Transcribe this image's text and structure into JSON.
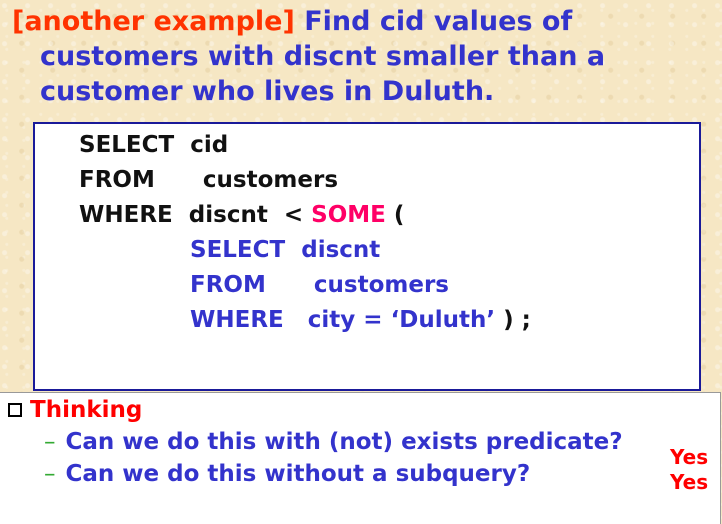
{
  "title": {
    "tag": "[another example]",
    "line1": " Find cid values of",
    "line2": "customers with discnt smaller than a",
    "line3": "customer who lives in Duluth."
  },
  "sql": {
    "l1_kw": "SELECT",
    "l1_rest": "  cid",
    "l2_kw": "FROM",
    "l2_rest": "      customers",
    "l3_kw": "WHERE",
    "l3_mid": "  discnt  < ",
    "l3_some": "SOME",
    "l3_end": " (",
    "l4": "SELECT  discnt",
    "l5": "FROM      customers",
    "l6": "WHERE   city = ‘Duluth’",
    "l6_end": " ) ;"
  },
  "thinking": {
    "header": "Thinking",
    "dash": "–",
    "q1": "Can we do this with (not) exists predicate?",
    "q2": "Can we do this without a subquery?",
    "a1": "Yes",
    "a2": "Yes"
  },
  "colors": {
    "title_tag": "#ff3300",
    "title": "#3333cc",
    "keyword_some": "#ff0066",
    "thinking_header": "#ff0000",
    "answer": "#ff0000"
  }
}
